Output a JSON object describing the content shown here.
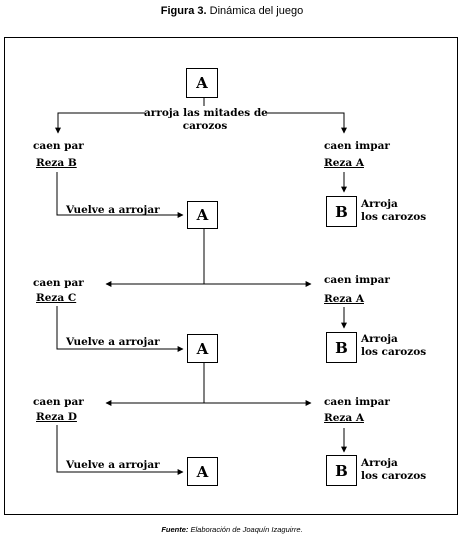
{
  "figure": {
    "title_bold": "Figura 3.",
    "title_rest": " Dinámica del juego",
    "source_bold": "Fuente:",
    "source_rest": " Elaboración de Joaquín Izaguirre."
  },
  "diagram": {
    "top_node": "A",
    "top_action": "arroja las mitades de",
    "top_action_line2": "carozos",
    "rows": [
      {
        "left_title": "caen par",
        "left_reza": "Reza B",
        "arrow_label": "Vuelve a arrojar",
        "left_node": "A",
        "right_title": "caen impar",
        "right_reza": "Reza A",
        "right_node": "B",
        "right_note": "Arroja",
        "right_note2": "los carozos"
      },
      {
        "left_title": "caen par",
        "left_reza": "Reza C",
        "arrow_label": "Vuelve a arrojar",
        "left_node": "A",
        "right_title": "caen impar",
        "right_reza": "Reza A",
        "right_node": "B",
        "right_note": "Arroja",
        "right_note2": "los carozos"
      },
      {
        "left_title": "caen par",
        "left_reza": "Reza D",
        "arrow_label": "Vuelve a arrojar",
        "left_node": "A",
        "right_title": "caen impar",
        "right_reza": "Reza A",
        "right_node": "B",
        "right_note": "Arroja",
        "right_note2": "los carozos"
      }
    ]
  }
}
